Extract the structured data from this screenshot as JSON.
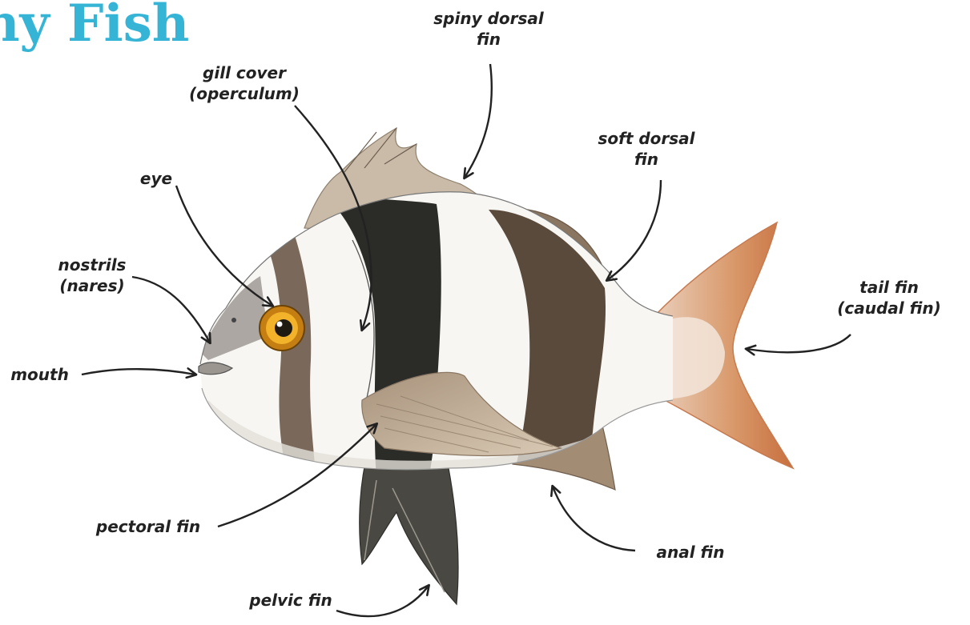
{
  "title": "ny Fish",
  "colors": {
    "title": "#36b4d6",
    "dark_band": "#2b2b27",
    "brown_band": "#5a4a3c",
    "body": "#f7f6f2",
    "fin_tan": "#b9a48c",
    "tail_orange": "#d8956a",
    "eye_yellow": "#f0a81c",
    "ink": "#222222"
  },
  "labels": {
    "spiny_dorsal": [
      "spiny dorsal",
      "fin"
    ],
    "gill_cover": [
      "gill cover",
      "(operculum)"
    ],
    "soft_dorsal": [
      "soft dorsal",
      "fin"
    ],
    "eye": "eye",
    "nostrils": [
      "nostrils",
      "(nares)"
    ],
    "tail": [
      "tail fin",
      "(caudal fin)"
    ],
    "mouth": "mouth",
    "pectoral": "pectoral fin",
    "anal": "anal fin",
    "pelvic": "pelvic fin"
  }
}
